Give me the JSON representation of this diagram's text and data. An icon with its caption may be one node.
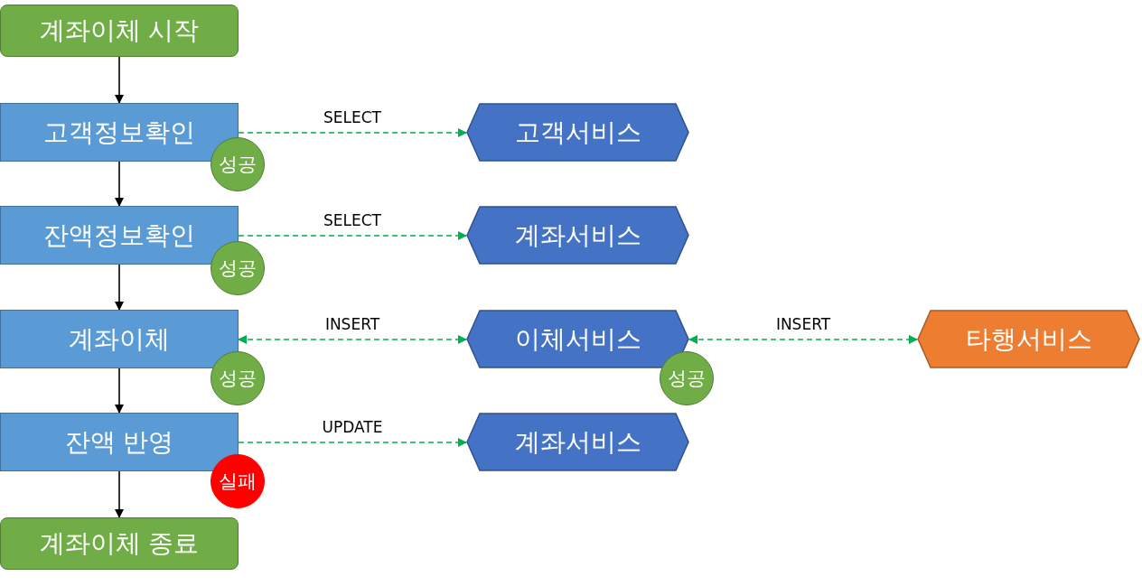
{
  "diagram": {
    "nodes": [
      {
        "text": [
          "계좌이체 시작"
        ]
      },
      {
        "text": [
          "고객정보확인"
        ]
      },
      {
        "text": [
          "잔액정보확인"
        ]
      },
      {
        "text": [
          "계좌이체"
        ]
      },
      {
        "text": [
          "잔액 반영"
        ]
      },
      {
        "text": [
          "계좌이체 종료"
        ]
      },
      {
        "text": [
          "고객서비스"
        ]
      },
      {
        "text": [
          "계좌서비스"
        ]
      },
      {
        "text": [
          "이체서비스"
        ]
      },
      {
        "text": [
          "계좌서비스"
        ]
      },
      {
        "text": [
          "타행서비스"
        ]
      },
      {
        "text": [
          "성공"
        ]
      },
      {
        "text": [
          "성공"
        ]
      },
      {
        "text": [
          "성공"
        ]
      },
      {
        "text": [
          "실패"
        ]
      },
      {
        "text": [
          "성공"
        ]
      }
    ],
    "edges": [
      {
        "from": 0,
        "to": 1,
        "arrow": "to"
      },
      {
        "from": 1,
        "to": 2,
        "arrow": "to"
      },
      {
        "from": 2,
        "to": 3,
        "arrow": "to"
      },
      {
        "from": 3,
        "to": 4,
        "arrow": "to"
      },
      {
        "from": 4,
        "to": 5,
        "arrow": "to"
      },
      {
        "from": 1,
        "to": 6,
        "arrow": "to",
        "label": "SELECT",
        "style": "dashed",
        "color": "#00b050"
      },
      {
        "from": 2,
        "to": 7,
        "arrow": "to",
        "label": "SELECT",
        "style": "dashed",
        "color": "#00b050"
      },
      {
        "from": 3,
        "to": 8,
        "arrow": "both",
        "label": "INSERT",
        "style": "dashed",
        "color": "#00b050"
      },
      {
        "from": 8,
        "to": 10,
        "arrow": "both",
        "label": "INSERT",
        "style": "dashed",
        "color": "#00b050"
      },
      {
        "from": 4,
        "to": 9,
        "arrow": "to",
        "label": "UPDATE",
        "style": "dashed",
        "color": "#00b050"
      }
    ]
  }
}
